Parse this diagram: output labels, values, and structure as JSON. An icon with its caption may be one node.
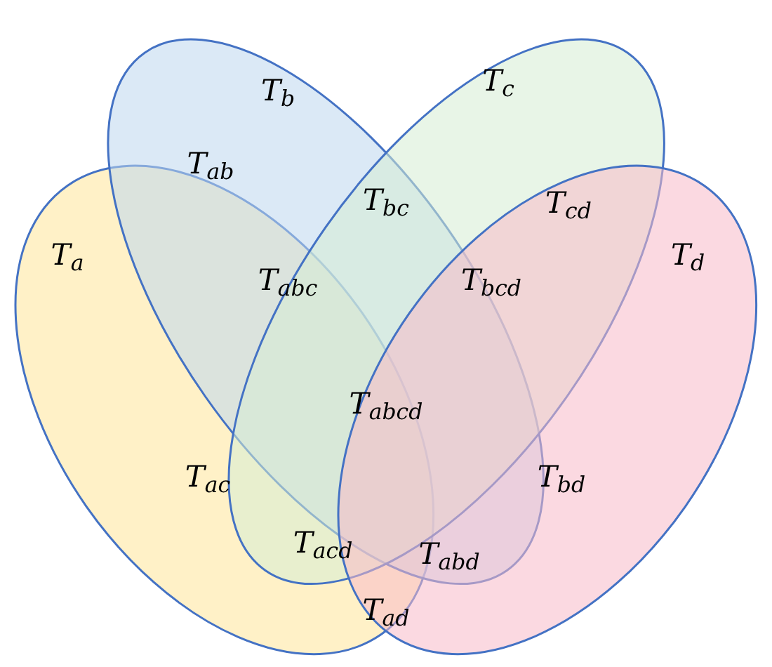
{
  "diagram": {
    "nodes": [
      {
        "text": [
          "T$_{a}$"
        ]
      },
      {
        "text": [
          "T$_{b}$"
        ]
      },
      {
        "text": [
          "T$_{c}$"
        ]
      },
      {
        "text": [
          "T$_{d}$"
        ]
      }
    ],
    "labels": [
      "T$_{ab}$",
      "T$_{bc}$",
      "T$_{cd}$",
      "T$_{abc}$",
      "T$_{bcd}$",
      "T$_{abcd}$",
      "T$_{ac}$",
      "T$_{bd}$",
      "T$_{acd}$",
      "T$_{abd}$",
      "T$_{ad}$"
    ]
  }
}
